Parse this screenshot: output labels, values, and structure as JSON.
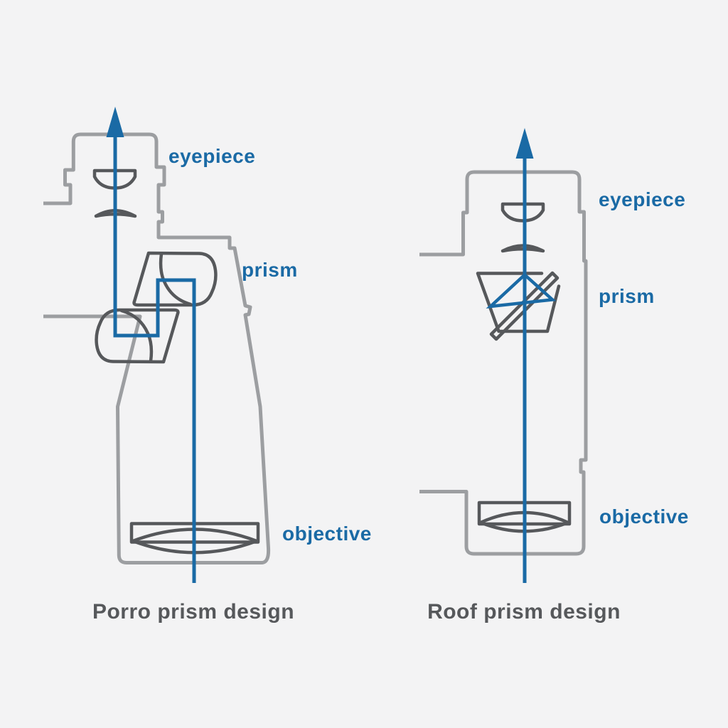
{
  "colors": {
    "background": "#f3f3f4",
    "outline_gray": "#9c9ea1",
    "detail_gray": "#56585b",
    "accent_blue": "#1a6aa5",
    "caption_text": "#56585b"
  },
  "diagrams": [
    {
      "id": "porro",
      "caption": "Porro prism design",
      "labels": [
        {
          "text": "eyepiece"
        },
        {
          "text": "prism"
        },
        {
          "text": "objective"
        }
      ]
    },
    {
      "id": "roof",
      "caption": "Roof prism design",
      "labels": [
        {
          "text": "eyepiece"
        },
        {
          "text": "prism"
        },
        {
          "text": "objective"
        }
      ]
    }
  ]
}
